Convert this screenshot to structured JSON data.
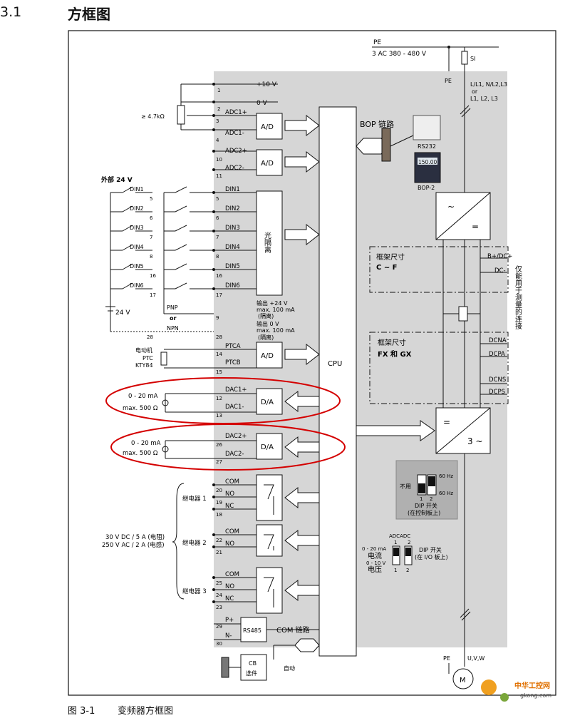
{
  "section": {
    "number": "3.1",
    "title": "方框图"
  },
  "figure": {
    "number": "图 3-1",
    "caption": "变频器方框图"
  },
  "supply": {
    "pe": "PE",
    "voltage": "3 AC 380 - 480 V",
    "si": "SI",
    "pe2": "PE",
    "lines1": "L/L1, N/L2,L3",
    "or": "or",
    "lines2": "L1, L2, L3"
  },
  "analog": {
    "plus10": "+10 V",
    "zero": "0 V",
    "pot": "≥ 4.7kΩ",
    "adc1p": "ADC1+",
    "adc1m": "ADC1-",
    "adc2p": "ADC2+",
    "adc2m": "ADC2-",
    "ad": "A/D",
    "da": "D/A",
    "t1": "1",
    "t2": "2",
    "t3": "3",
    "t4": "4",
    "t10": "10",
    "t11": "11"
  },
  "digital": {
    "ext24": "外部 24 V",
    "din": [
      "DIN1",
      "DIN2",
      "DIN3",
      "DIN4",
      "DIN5",
      "DIN6"
    ],
    "terms": [
      "5",
      "6",
      "7",
      "8",
      "16",
      "17"
    ],
    "opto": "光隔离",
    "pnp": "PNP",
    "or": "or",
    "npn": "NPN",
    "v24": "24 V",
    "out24": "输出 +24 V",
    "out24max": "max. 100 mA",
    "iso1": "(隔离)",
    "out0": "输出 0 V",
    "out0max": "max. 100 mA",
    "iso2": "(隔离)",
    "t9": "9",
    "t28": "28",
    "t28b": "28"
  },
  "ptc": {
    "motor": "电动机",
    "ptc": "PTC",
    "kty": "KTY84",
    "ptca": "PTCA",
    "ptcb": "PTCB",
    "t14": "14",
    "t15": "15"
  },
  "dac": {
    "range1": "0 - 20 mA",
    "max1": "max. 500 Ω",
    "dac1p": "DAC1+",
    "dac1m": "DAC1-",
    "t12": "12",
    "t13": "13",
    "range2": "0 - 20 mA",
    "max2": "max. 500 Ω",
    "dac2p": "DAC2+",
    "dac2m": "DAC2-",
    "t26": "26",
    "t27": "27"
  },
  "relays": {
    "com": "COM",
    "no": "NO",
    "nc": "NC",
    "r1": "继电器 1",
    "r2": "继电器 2",
    "r3": "继电器 3",
    "rating1": "30 V DC / 5 A (电阻)",
    "rating2": "250 V AC / 2 A (电感)",
    "t20": "20",
    "t19": "19",
    "t18": "18",
    "t22": "22",
    "t21": "21",
    "t25": "25",
    "t24": "24",
    "t23": "23"
  },
  "comm": {
    "pplus": "P+",
    "nminus": "N-",
    "rs485": "RS485",
    "com_link": "COM 链路",
    "t29": "29",
    "t30": "30",
    "cb": "CB",
    "option": "选件",
    "auto": "自动"
  },
  "cpu": "CPU",
  "bop": {
    "link": "BOP 链路",
    "rs232": "RS232",
    "display": "150.00",
    "bop2": "BOP-2"
  },
  "power": {
    "frame_cf": "框架尺寸",
    "cf": "C ~ F",
    "frame_fxgx": "框架尺寸",
    "fxgx": "FX 和 GX",
    "bplus": "B+/DC+",
    "dcminus": "DC-",
    "dcna": "DCNA",
    "dcpa": "DCPA",
    "dcns": "DCNS",
    "dcps": "DCPS",
    "connect_note": "仅能用于测量的连接",
    "rect_tilde": "~",
    "rect_eq": "=",
    "inv_eq": "=",
    "inv_3": "3 ~",
    "pe": "PE",
    "uvw": "U,V,W",
    "motor": "M"
  },
  "dip": {
    "unused": "不用",
    "hz60": "60 Hz",
    "hz60b": "60 Hz",
    "n1": "1",
    "n2": "2",
    "title": "DIP 开关",
    "sub": "(在控制板上)",
    "adc_hdr": "ADCADC",
    "a1": "1",
    "a2": "2",
    "range_i": "0 - 20 mA",
    "current": "电流",
    "range_v": "0 - 10 V",
    "voltage": "电压",
    "b1": "1",
    "b2": "2",
    "io_title": "DIP 开关",
    "io_sub": "(在 I/O 板上)"
  },
  "watermark": {
    "cn": "中华工控网",
    "url": "gkong.com"
  }
}
